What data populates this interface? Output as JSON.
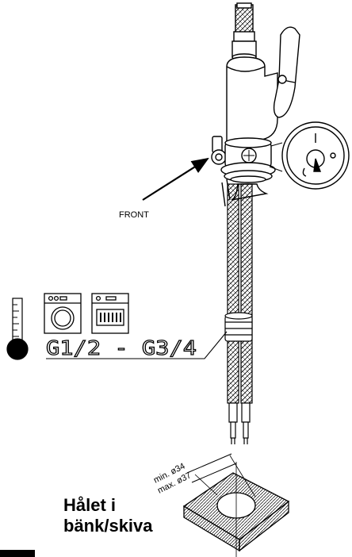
{
  "labels": {
    "front": "FRONT",
    "thread_sizes": "G1/2 - G3/4",
    "dim_min": "min. ø34",
    "dim_max": "max. ø37",
    "hole_line1": "Hålet i",
    "hole_line2": "bänk/skiva"
  },
  "icons": {
    "temperature": "thermometer-icon",
    "washing_machine": "washing-machine-icon",
    "dishwasher": "dishwasher-icon",
    "handle_rotation": "handle-rotation-icon"
  },
  "colors": {
    "ink": "#000000",
    "paper": "#ffffff"
  }
}
